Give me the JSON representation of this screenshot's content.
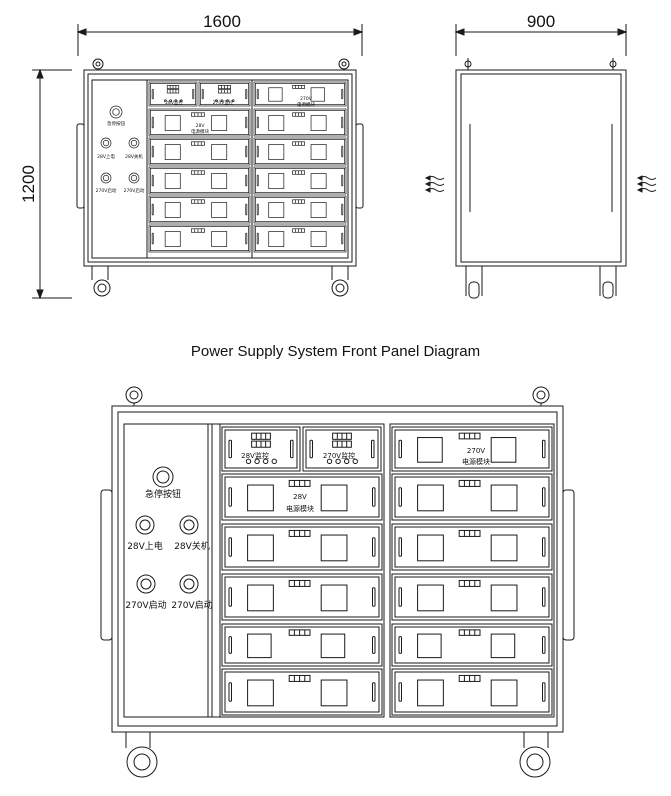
{
  "caption": "Power Supply System Front Panel Diagram",
  "dimensions": {
    "width": "1600",
    "depth": "900",
    "height": "1200"
  },
  "panel_labels": {
    "estop": "急停按钮",
    "v28_on": "28V上电",
    "v28_off": "28V关机",
    "v270_start": "270V启动",
    "v270_start2": "270V启动"
  },
  "monitor_labels": {
    "m28": "28V监控",
    "m270": "270V监控"
  },
  "module_labels": {
    "m28_line1": "28V",
    "m28_line2": "电源模块",
    "m270_line1": "270V",
    "m270_line2": "电源模块"
  },
  "colors": {
    "stroke": "#1a1a1a",
    "background": "#ffffff"
  }
}
